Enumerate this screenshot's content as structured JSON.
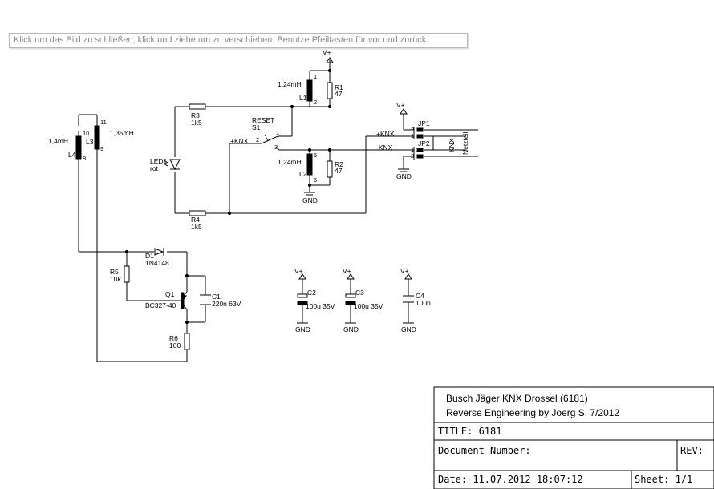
{
  "tooltip": "Klick um das Bild zu schließen, klick und ziehe um zu verschieben. Benutze Pfeiltasten für vor und zurück.",
  "labels": {
    "vplus": "V+",
    "gnd": "GND",
    "l1_name": "L1",
    "l1_value": "1,24mH",
    "l1_pin1": "1",
    "l1_pin2": "2",
    "r1_name": "R1",
    "r1_value": "47",
    "r3_name": "R3",
    "r3_value": "1k5",
    "reset": "RESET",
    "s1_name": "S1",
    "s1_pin1": "1",
    "s1_pin2": "2",
    "s1_pin3": "3",
    "knx_plus": "+KNX",
    "knx_minus": "-KNX",
    "led_name": "LED1",
    "led_value": "rot",
    "l2_name": "L2",
    "l2_value": "1,24mH",
    "l2_pin5": "5",
    "l2_pin6": "6",
    "r2_name": "R2",
    "r2_value": "47",
    "jp1_name": "JP1",
    "jp2_name": "JP2",
    "jp_pin1": "1",
    "jp_pin2": "2",
    "knx": "KNX",
    "netzteil": "Netzteil",
    "r4_name": "R4",
    "r4_value": "1k5",
    "l3_name": "L3",
    "l3_value": "1,35mH",
    "l3_pin11": "11",
    "l3_pin9": "9",
    "l4_name": "L4",
    "l4_value": "1,4mH",
    "l4_pin10": "10",
    "l4_pin8": "8",
    "d1_name": "D1",
    "d1_value": "1N4148",
    "r5_name": "R5",
    "r5_value": "10k",
    "q1_name": "Q1",
    "q1_value": "BC327-40",
    "c1_name": "C1",
    "c1_value": "220n 63V",
    "r6_name": "R6",
    "r6_value": "100",
    "c2_name": "C2",
    "c2_value": "100u 35V",
    "c3_name": "C3",
    "c3_value": "100u 35V",
    "c4_name": "C4",
    "c4_value": "100n"
  },
  "title_block": {
    "line1": "Busch Jäger KNX Drossel (6181)",
    "line2": "Reverse Engineering by Joerg S. 7/2012",
    "title": "TITLE:  6181",
    "doc_number": "Document Number:",
    "rev": "REV:",
    "date": "Date: 11.07.2012 18:07:12",
    "sheet": "Sheet: 1/1"
  }
}
